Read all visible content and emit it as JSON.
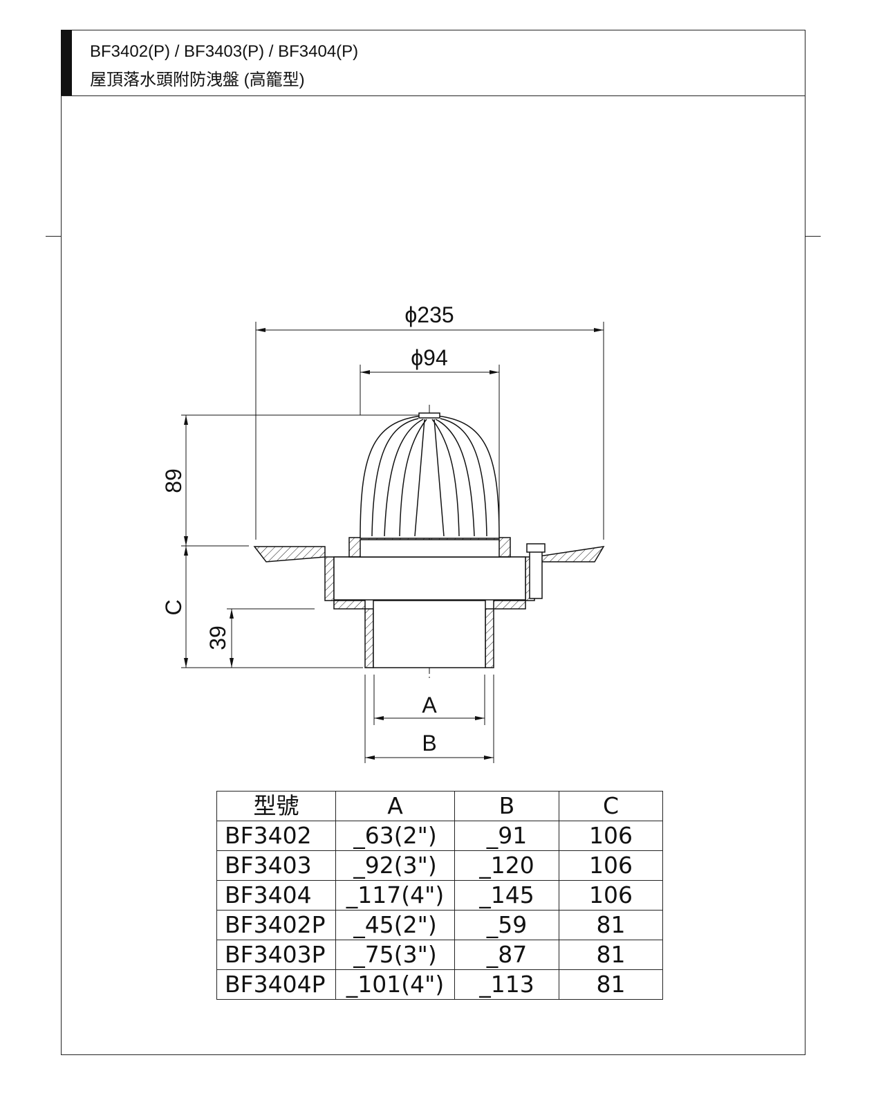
{
  "header": {
    "title": "BF3402(P) / BF3403(P) / BF3404(P)",
    "subtitle": "屋頂落水頭附防洩盤 (高籠型)"
  },
  "drawing": {
    "dim_outer": "ϕ235",
    "dim_dome": "ϕ94",
    "dim_height": "89",
    "dim_c": "C",
    "dim_39": "39",
    "dim_a": "A",
    "dim_b": "B"
  },
  "table": {
    "headers": [
      "型號",
      "A",
      "B",
      "C"
    ],
    "rows": [
      [
        "BF3402",
        "_63(2\")",
        "_91",
        "106"
      ],
      [
        "BF3403",
        "_92(3\")",
        "_120",
        "106"
      ],
      [
        "BF3404",
        "_117(4\")",
        "_145",
        "106"
      ],
      [
        "BF3402P",
        "_45(2\")",
        "_59",
        "81"
      ],
      [
        "BF3403P",
        "_75(3\")",
        "_87",
        "81"
      ],
      [
        "BF3404P",
        "_101(4\")",
        "_113",
        "81"
      ]
    ]
  }
}
